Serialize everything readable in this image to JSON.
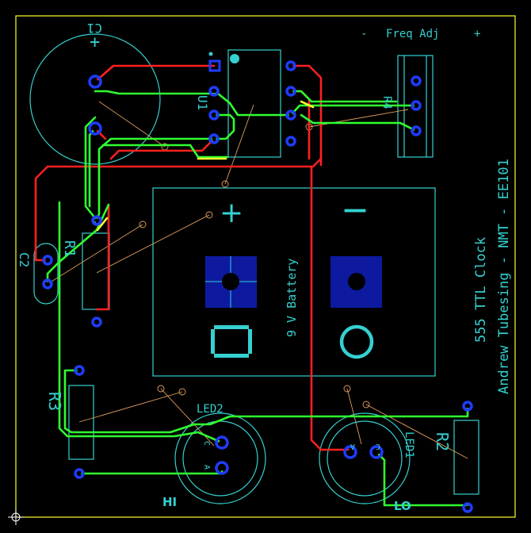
{
  "board": {
    "title": "555 TTL Clock",
    "author_line": "Andrew Tubesing - NMT - EE101",
    "freq_adj": {
      "minus": "-",
      "label": "Freq Adj",
      "plus": "+"
    },
    "battery_label": "9 V Battery",
    "battery_plus": "+",
    "battery_minus": "—",
    "labels": {
      "c1": "C1",
      "c2": "C2",
      "u1": "U1",
      "r1": "R1",
      "r2": "R2",
      "r3": "R3",
      "r4": "R4",
      "led1": "LED1",
      "led2": "LED2",
      "hi": "HI",
      "lo": "LO",
      "plus_sign": "+",
      "pin_c_led2": "C",
      "pin_a_led2": "A",
      "pin_a_led1": "A",
      "pin_c_led1": "C"
    },
    "colors": {
      "background": "#000000",
      "silkscreen": "#35d0d0",
      "top_copper": "#ff2020",
      "bottom_copper": "#30ff30",
      "pads": "#1f3cff",
      "ratsnest": "#e0a060"
    }
  }
}
